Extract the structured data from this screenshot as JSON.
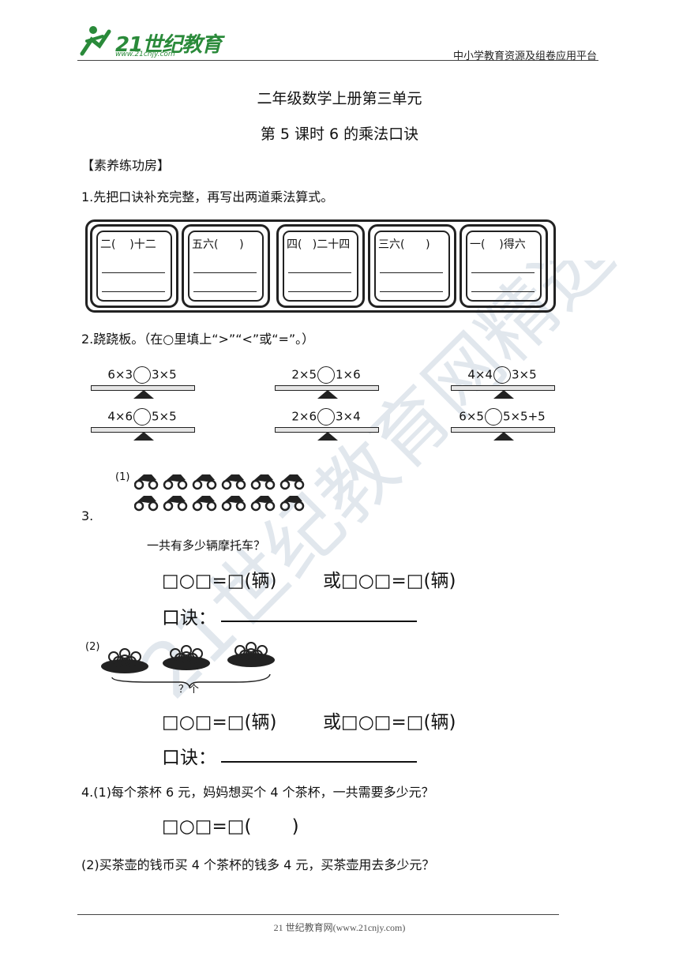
{
  "header": {
    "logo_text": "21世纪教育",
    "logo_url": "www.21cnjy.com",
    "right_text": "中小学教育资源及组卷应用平台"
  },
  "title": {
    "line1": "二年级数学上册第三单元",
    "line2": "第 5 课时  6 的乘法口诀"
  },
  "section": "【素养练功房】",
  "q1": {
    "text": "1.先把口诀补充完整，再写出两道乘法算式。",
    "boxes": [
      "二(    )十二",
      "五六(      )",
      "四(   )二十四",
      "三六(      )",
      "一(    )得六"
    ]
  },
  "q2": {
    "text": "2.跷跷板。（在○里填上“>”“<”或“=”。）",
    "items": [
      {
        "left": "6×3",
        "right": "3×5"
      },
      {
        "left": "2×5",
        "right": "1×6"
      },
      {
        "left": "4×4",
        "right": "3×5"
      },
      {
        "left": "4×6",
        "right": "5×5"
      },
      {
        "left": "2×6",
        "right": "3×4"
      },
      {
        "left": "6×5",
        "right": "5×5+5"
      }
    ]
  },
  "q3": {
    "num": "3.",
    "p1_label": "(1)",
    "p1_question": "一共有多少辆摩托车？",
    "eq_line": "□○□=□(辆)        或□○□=□(辆)",
    "koujue": "口诀：",
    "p2_label": "(2)",
    "p2_brace_label": "？个",
    "eq_line2": "□○□=□(辆)        或□○□=□(辆)",
    "koujue2": "口诀："
  },
  "q4": {
    "text1": "4.(1)每个茶杯 6 元，妈妈想买个 4 个茶杯，一共需要多少元？",
    "eq": "□○□=□(       )",
    "text2": "(2)买茶壶的钱币买 4 个茶杯的钱多 4 元，买茶壶用去多少元？"
  },
  "footer": "21 世纪教育网(www.21cnjy.com)",
  "watermark": "21世纪教育网精选资料"
}
